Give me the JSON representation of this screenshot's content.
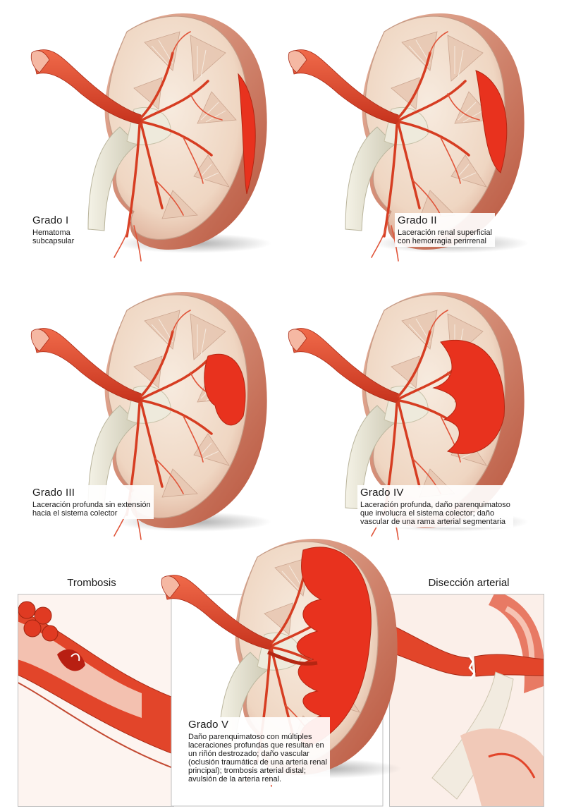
{
  "grades": [
    {
      "title": "Grado I",
      "description": "Hematoma\nsubcapsular"
    },
    {
      "title": "Grado II",
      "description": "Laceración renal superficial\ncon hemorragia perirrenal"
    },
    {
      "title": "Grado III",
      "description": "Laceración profunda sin extensión\nhacia el sistema colector"
    },
    {
      "title": "Grado IV",
      "description": "Laceración profunda, daño parenquimatoso\nque involucra el sistema colector; daño\nvascular de una rama arterial segmentaria"
    },
    {
      "title": "Grado V",
      "description": "Daño parenquimatoso con múltiples\nlaceraciones profundas que resultan en\nun riñón destrozado; daño vascular\n(oclusión traumática de una arteria renal\nprincipal); trombosis arterial distal;\navulsión de la arteria renal."
    }
  ],
  "insets": {
    "thrombosis": {
      "title": "Trombosis"
    },
    "dissection": {
      "title": "Disección arterial"
    }
  },
  "colors": {
    "artery": "#e2452a",
    "hematoma": "#e8321e",
    "cortex": "#f1dccb",
    "capsule": "#c96a52",
    "ureter": "#e6e4d4"
  }
}
